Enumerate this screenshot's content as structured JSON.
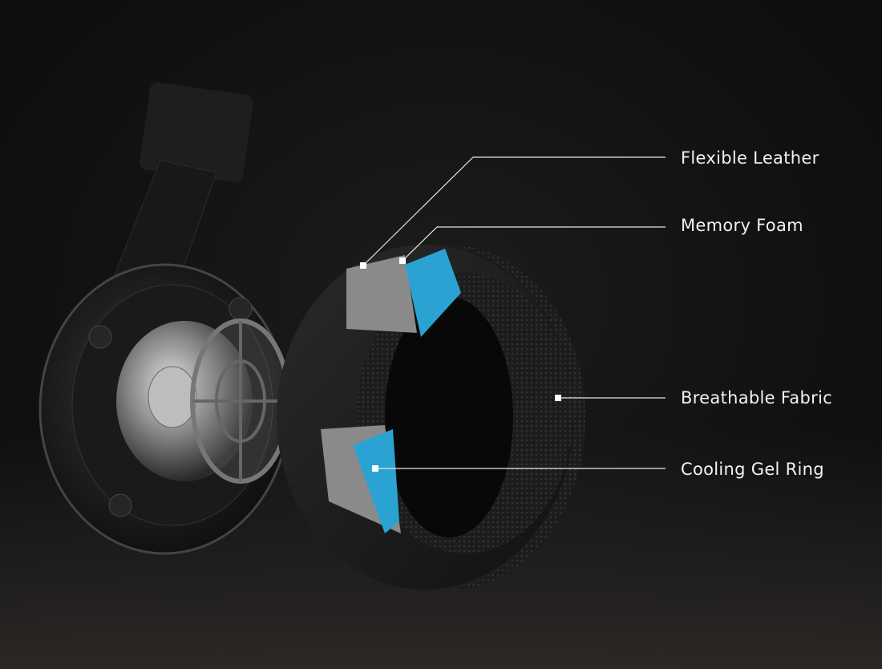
{
  "callouts": [
    {
      "id": "flexible-leather",
      "label": "Flexible Leather"
    },
    {
      "id": "memory-foam",
      "label": "Memory Foam"
    },
    {
      "id": "breathable-fabric",
      "label": "Breathable Fabric"
    },
    {
      "id": "cooling-gel-ring",
      "label": "Cooling Gel Ring"
    }
  ],
  "colors": {
    "gel": "#2aa3d3",
    "line": "#e6e6e6",
    "foam": "#8a8a8a"
  }
}
